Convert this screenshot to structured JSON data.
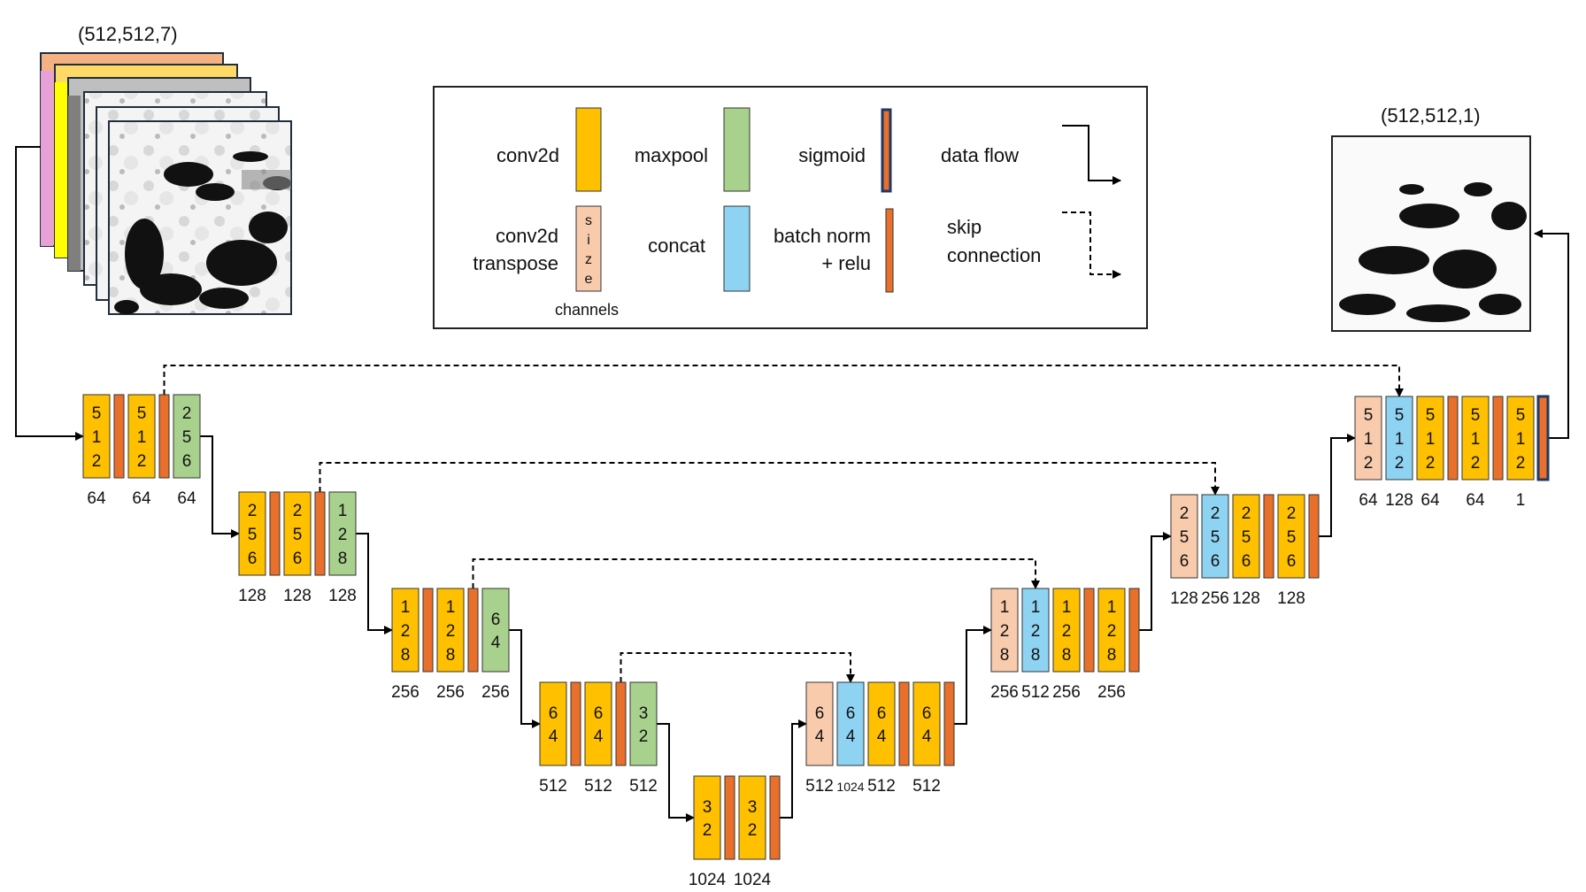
{
  "input": {
    "shape_label": "(512,512,7)"
  },
  "output": {
    "shape_label": "(512,512,1)"
  },
  "legend": {
    "conv2d": "conv2d",
    "maxpool": "maxpool",
    "sigmoid": "sigmoid",
    "data_flow": "data flow",
    "conv2d_transpose": "conv2d transpose",
    "concat": "concat",
    "batch_norm_relu": "batch norm + relu",
    "skip_connection": "skip connection",
    "size_glyph": "size",
    "channels": "channels"
  },
  "colors": {
    "conv2d": "#FFC000",
    "maxpool": "#A9D18E",
    "conv2d_transpose": "#F8CBAD",
    "concat": "#8FD3F3",
    "batch_norm_relu": "#E8702A",
    "sigmoid_border": "#1F3864",
    "block_border": "#333333"
  },
  "stages": [
    {
      "id": "enc1",
      "blocks": [
        {
          "type": "conv",
          "size": "512",
          "channels": "64"
        },
        {
          "type": "bn"
        },
        {
          "type": "conv",
          "size": "512",
          "channels": "64"
        },
        {
          "type": "bn"
        },
        {
          "type": "pool",
          "size": "256",
          "channels": "64"
        }
      ]
    },
    {
      "id": "enc2",
      "blocks": [
        {
          "type": "conv",
          "size": "256",
          "channels": "128"
        },
        {
          "type": "bn"
        },
        {
          "type": "conv",
          "size": "256",
          "channels": "128"
        },
        {
          "type": "bn"
        },
        {
          "type": "pool",
          "size": "128",
          "channels": "128"
        }
      ]
    },
    {
      "id": "enc3",
      "blocks": [
        {
          "type": "conv",
          "size": "128",
          "channels": "256"
        },
        {
          "type": "bn"
        },
        {
          "type": "conv",
          "size": "128",
          "channels": "256"
        },
        {
          "type": "bn"
        },
        {
          "type": "pool",
          "size": "64",
          "channels": "256"
        }
      ]
    },
    {
      "id": "enc4",
      "blocks": [
        {
          "type": "conv",
          "size": "64",
          "channels": "512"
        },
        {
          "type": "bn"
        },
        {
          "type": "conv",
          "size": "64",
          "channels": "512"
        },
        {
          "type": "bn"
        },
        {
          "type": "pool",
          "size": "32",
          "channels": "512"
        }
      ]
    },
    {
      "id": "bottleneck",
      "blocks": [
        {
          "type": "conv",
          "size": "32",
          "channels": "1024"
        },
        {
          "type": "bn"
        },
        {
          "type": "conv",
          "size": "32",
          "channels": "1024"
        },
        {
          "type": "bn"
        }
      ]
    },
    {
      "id": "dec4",
      "blocks": [
        {
          "type": "tconv",
          "size": "64",
          "channels": "512"
        },
        {
          "type": "concat",
          "size": "64",
          "channels": "1024"
        },
        {
          "type": "conv",
          "size": "64",
          "channels": "512"
        },
        {
          "type": "bn"
        },
        {
          "type": "conv",
          "size": "64",
          "channels": "512"
        },
        {
          "type": "bn"
        }
      ]
    },
    {
      "id": "dec3",
      "blocks": [
        {
          "type": "tconv",
          "size": "128",
          "channels": "256"
        },
        {
          "type": "concat",
          "size": "128",
          "channels": "512"
        },
        {
          "type": "conv",
          "size": "128",
          "channels": "256"
        },
        {
          "type": "bn"
        },
        {
          "type": "conv",
          "size": "128",
          "channels": "256"
        },
        {
          "type": "bn"
        }
      ]
    },
    {
      "id": "dec2",
      "blocks": [
        {
          "type": "tconv",
          "size": "256",
          "channels": "128"
        },
        {
          "type": "concat",
          "size": "256",
          "channels": "256"
        },
        {
          "type": "conv",
          "size": "256",
          "channels": "128"
        },
        {
          "type": "bn"
        },
        {
          "type": "conv",
          "size": "256",
          "channels": "128"
        },
        {
          "type": "bn"
        }
      ]
    },
    {
      "id": "dec1",
      "blocks": [
        {
          "type": "tconv",
          "size": "512",
          "channels": "64"
        },
        {
          "type": "concat",
          "size": "512",
          "channels": "128"
        },
        {
          "type": "conv",
          "size": "512",
          "channels": "64"
        },
        {
          "type": "bn"
        },
        {
          "type": "conv",
          "size": "512",
          "channels": "64"
        },
        {
          "type": "bn"
        },
        {
          "type": "conv",
          "size": "512",
          "channels": "1"
        },
        {
          "type": "sigmoid"
        }
      ]
    }
  ],
  "skips": [
    {
      "from": "enc1",
      "to": "dec1"
    },
    {
      "from": "enc2",
      "to": "dec2"
    },
    {
      "from": "enc3",
      "to": "dec3"
    },
    {
      "from": "enc4",
      "to": "dec4"
    }
  ]
}
